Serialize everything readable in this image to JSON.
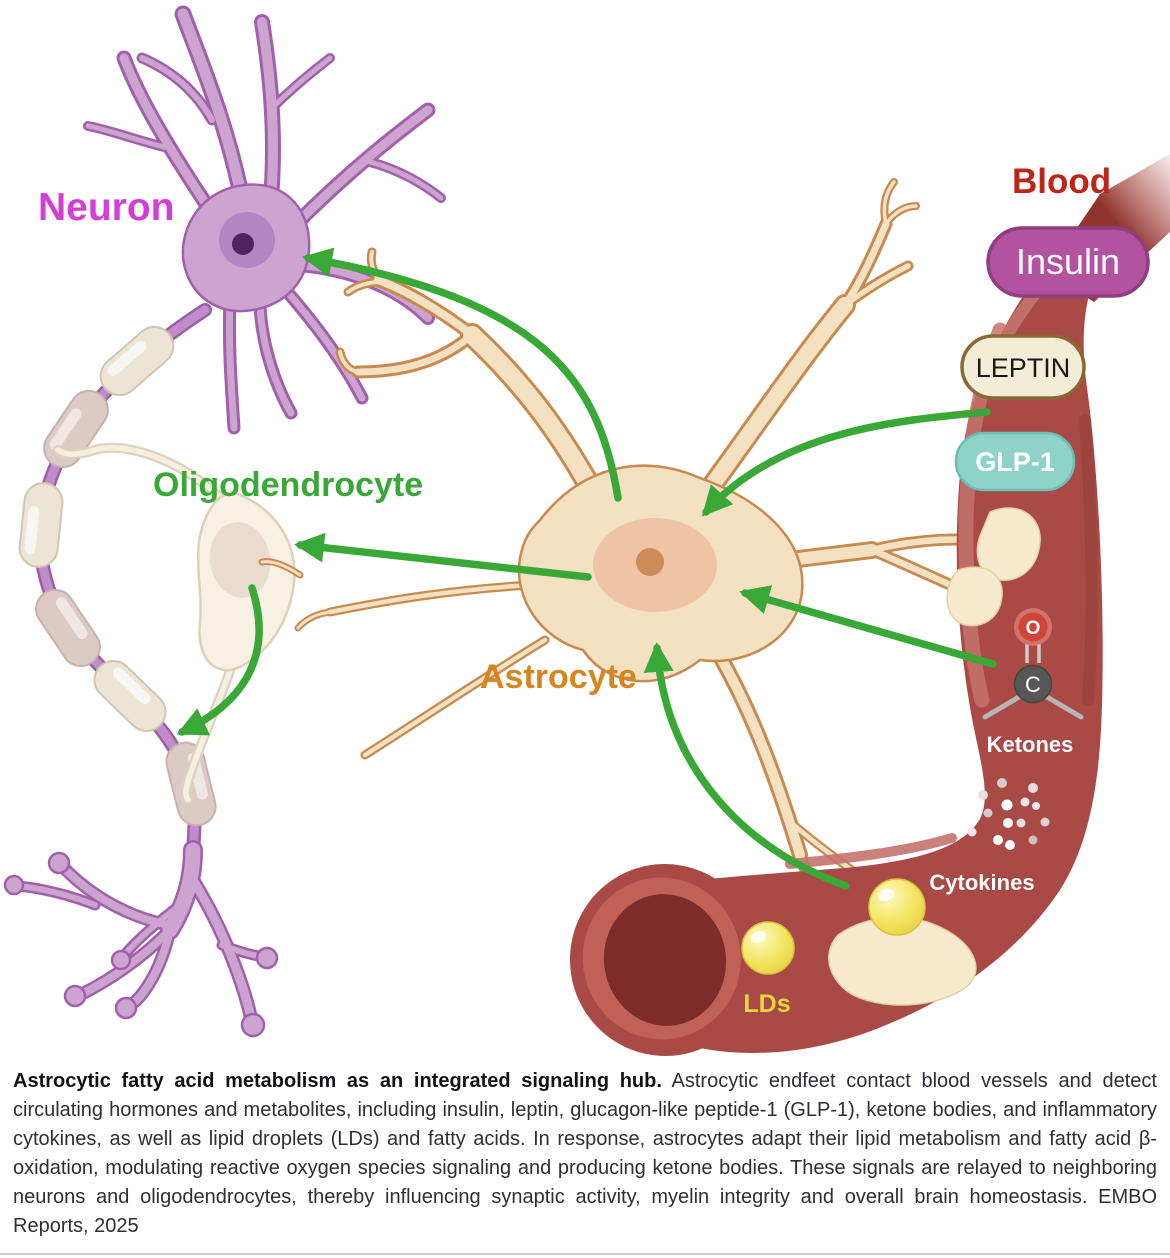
{
  "figure": {
    "labels": {
      "neuron": "Neuron",
      "oligodendrocyte": "Oligodendrocyte",
      "astrocyte": "Astrocyte",
      "blood": "Blood"
    },
    "signals": {
      "insulin": "Insulin",
      "leptin": "LEPTIN",
      "glp1": "GLP-1",
      "ketones": "Ketones",
      "ketone_atom_o": "O",
      "ketone_atom_c": "C",
      "cytokines": "Cytokines",
      "lds": "LDs"
    },
    "colors": {
      "neuron_label": "#d53ed5",
      "oligodendrocyte_label": "#3aa836",
      "astrocyte_label": "#d8861c",
      "blood_label": "#bf2418",
      "arrow_green": "#3aa836",
      "vessel_red": "#a94a46",
      "insulin_pill": "#b3529e",
      "leptin_pill": "#f4edd6",
      "glp1_pill": "#8ed2c8",
      "lipid_droplet_yellow": "#f1e25b"
    }
  },
  "caption": {
    "title": "Astrocytic fatty acid metabolism as an integrated signaling hub.",
    "body": " Astrocytic endfeet contact blood vessels and detect circulating hormones and metabolites, including insulin, leptin, glucagon-like peptide-1 (GLP-1), ketone bodies, and inflammatory cytokines, as well as lipid droplets (LDs) and fatty acids. In response, astrocytes adapt their lipid metabolism and fatty acid β-oxidation, modulating reactive oxygen species signaling and producing ketone bodies. These signals are relayed to neighboring neurons and oligodendrocytes, thereby influencing synaptic activity, myelin integrity and overall brain homeostasis. EMBO Reports, 2025"
  }
}
